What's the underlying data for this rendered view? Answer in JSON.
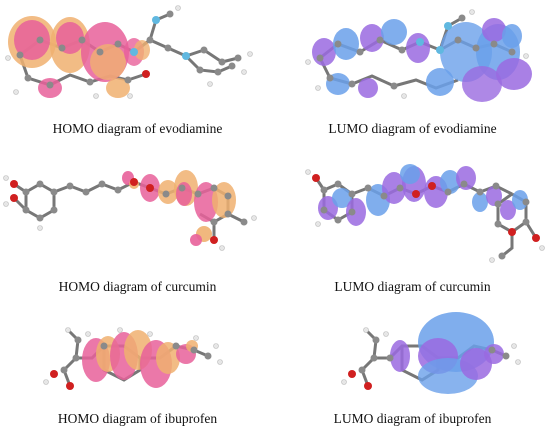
{
  "panels": [
    {
      "caption": "HOMO diagram of evodiamine",
      "orbital": "homo"
    },
    {
      "caption": "LUMO diagram of evodiamine",
      "orbital": "lumo"
    },
    {
      "caption": "HOMO diagram of curcumin",
      "orbital": "homo"
    },
    {
      "caption": "LUMO diagram of curcumin",
      "orbital": "lumo"
    },
    {
      "caption": "HOMO diagram of ibuprofen",
      "orbital": "homo"
    },
    {
      "caption": "LUMO diagram of ibuprofen",
      "orbital": "lumo"
    }
  ],
  "colors": {
    "homo_positive": "#e8609a",
    "homo_negative": "#f0b070",
    "lumo_positive": "#6aa0ea",
    "lumo_negative": "#9a6ae0",
    "carbon": "#8a8a8a",
    "oxygen": "#d02020",
    "nitrogen": "#60b8e0",
    "hydrogen": "#e6e6e6"
  }
}
